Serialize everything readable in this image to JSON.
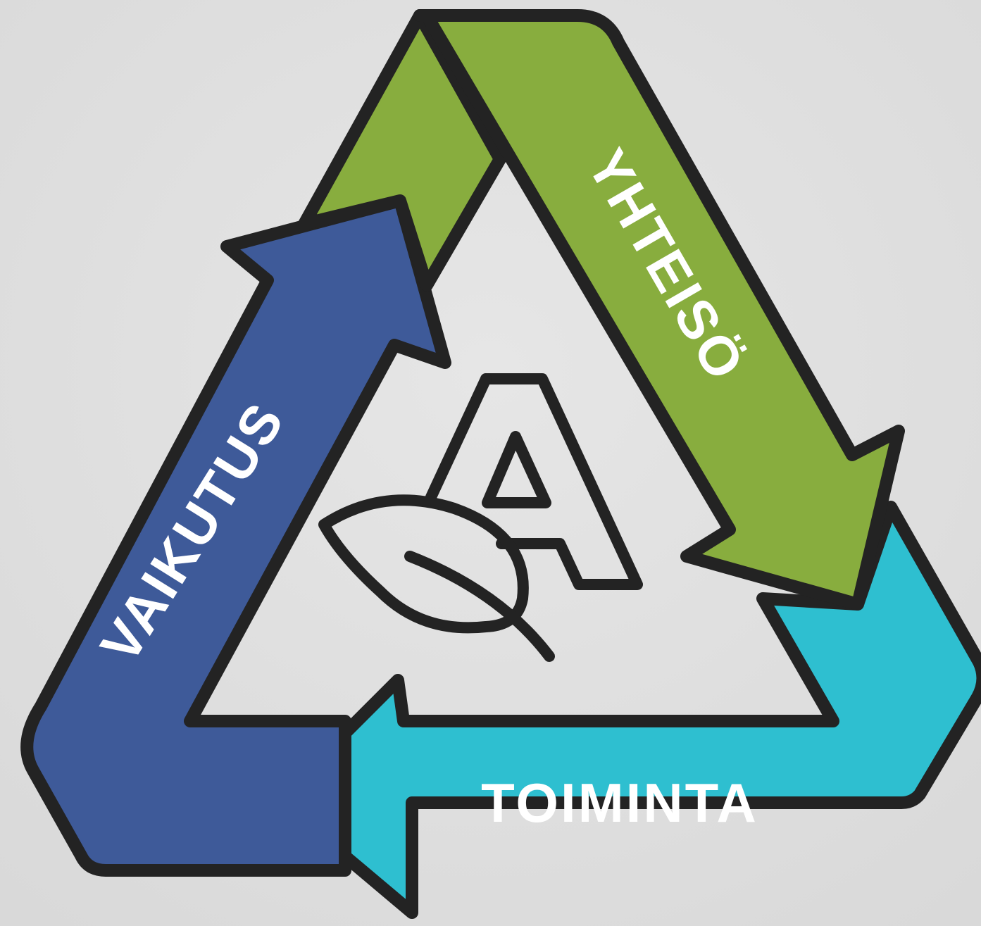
{
  "colors": {
    "background": "#e2e2e2",
    "outline": "#232323",
    "green": "#88ad3e",
    "blue": "#3e5a99",
    "teal": "#2ebfd0",
    "label": "#ffffff"
  },
  "arrows": {
    "top_right": {
      "label": "YHTEISÖ",
      "color": "green"
    },
    "left": {
      "label": "VAIKUTUS",
      "color": "blue"
    },
    "bottom": {
      "label": "TOIMINTA",
      "color": "teal"
    }
  },
  "center_logo": {
    "letter": "A",
    "icon": "leaf-icon"
  }
}
